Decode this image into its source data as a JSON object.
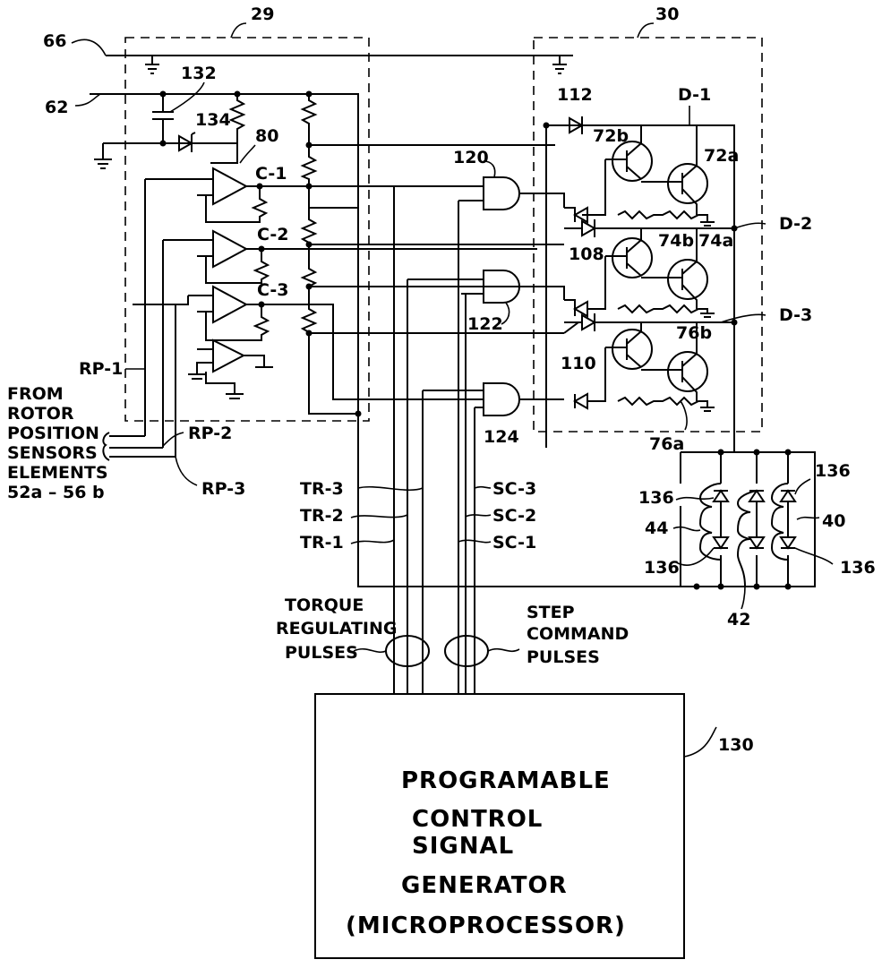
{
  "blocks": {
    "block_29": "29",
    "block_30": "30",
    "generator_ref": "130",
    "generator_lines": [
      "PROGRAMABLE",
      "CONTROL",
      "SIGNAL",
      "GENERATOR",
      "(MICROPROCESSOR)"
    ]
  },
  "labels": {
    "line_66": "66",
    "line_62": "62",
    "cap_132": "132",
    "zener_134": "134",
    "comp_80": "80",
    "c1": "C-1",
    "c2": "C-2",
    "c3": "C-3",
    "gate_120": "120",
    "gate_122": "122",
    "gate_124": "124",
    "diode_112": "112",
    "diode_108": "108",
    "diode_110": "110",
    "d1": "D-1",
    "d2": "D-2",
    "d3": "D-3",
    "t72a": "72a",
    "t72b": "72b",
    "t74a": "74a",
    "t74b": "74b",
    "t76a": "76a",
    "t76b": "76b",
    "rp1": "RP-1",
    "rp2": "RP-2",
    "rp3": "RP-3",
    "tr3": "TR-3",
    "tr2": "TR-2",
    "tr1": "TR-1",
    "sc3": "SC-3",
    "sc2": "SC-2",
    "sc1": "SC-1",
    "d136_a": "136",
    "d136_b": "136",
    "d136_c": "136",
    "d136_d": "136",
    "coil_44": "44",
    "coil_42": "42",
    "coil_40": "40"
  },
  "sensor_text": [
    "FROM",
    "ROTOR",
    "POSITION",
    "SENSORS",
    "ELEMENTS",
    "52a – 56 b"
  ],
  "torque_text": [
    "TORQUE",
    "REGULATING",
    "PULSES"
  ],
  "step_text": [
    "STEP",
    "COMMAND",
    "PULSES"
  ]
}
